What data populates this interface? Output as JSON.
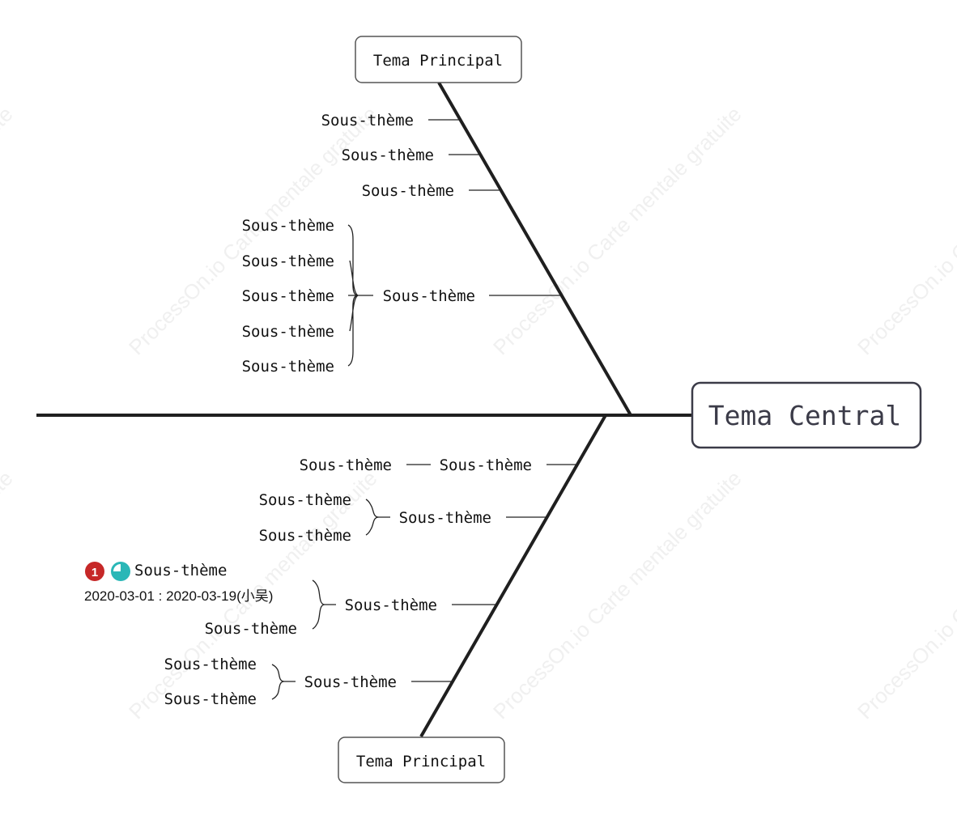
{
  "central_topic": "Tema Central",
  "main_topics": {
    "top": "Tema Principal",
    "bottom": "Tema Principal"
  },
  "top_branches": [
    {
      "label": "Sous-thème",
      "children": []
    },
    {
      "label": "Sous-thème",
      "children": []
    },
    {
      "label": "Sous-thème",
      "children": []
    },
    {
      "label": "Sous-thème",
      "children": [
        "Sous-thème",
        "Sous-thème",
        "Sous-thème",
        "Sous-thème",
        "Sous-thème"
      ]
    }
  ],
  "bottom_branches": [
    {
      "label": "Sous-thème",
      "children": [
        "Sous-thème"
      ]
    },
    {
      "label": "Sous-thème",
      "children": [
        "Sous-thème",
        "Sous-thème"
      ]
    },
    {
      "label": "Sous-thème",
      "children": [
        "Sous-thème",
        "Sous-thème"
      ],
      "task": {
        "priority": "1",
        "progress_icon": "progress-quarter-icon",
        "progress": 0.75,
        "date_range": "2020-03-01 : 2020-03-19(小吴)"
      }
    },
    {
      "label": "Sous-thème",
      "children": [
        "Sous-thème",
        "Sous-thème"
      ]
    }
  ],
  "watermark": "ProcessOn.io Carte mentale gratuite",
  "colors": {
    "spine": "#1f1f1f",
    "box_border": "#3b3b48",
    "priority": "#c62828",
    "progress": "#2ab7b7",
    "watermark": "#f0f0f0"
  }
}
